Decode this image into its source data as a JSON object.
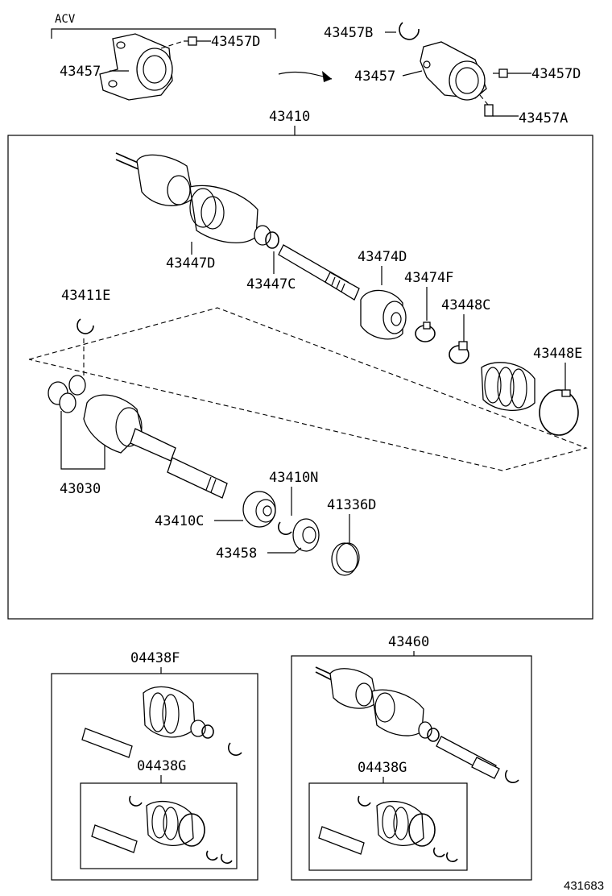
{
  "labels": {
    "acv": "ACV",
    "p43457_left": "43457",
    "p43457d_left": "43457D",
    "p43457b": "43457B",
    "p43457_right": "43457",
    "p43457d_right": "43457D",
    "p43457a": "43457A",
    "p43410": "43410",
    "p43447d": "43447D",
    "p43447c": "43447C",
    "p43474d": "43474D",
    "p43474f": "43474F",
    "p43448c": "43448C",
    "p43448e": "43448E",
    "p43411e": "43411E",
    "p43030": "43030",
    "p43410n": "43410N",
    "p41336d": "41336D",
    "p43410c": "43410C",
    "p43458": "43458",
    "p04438f": "04438F",
    "p04438g_left": "04438G",
    "p43460": "43460",
    "p04438g_right": "04438G",
    "diagram_id": "431683"
  }
}
